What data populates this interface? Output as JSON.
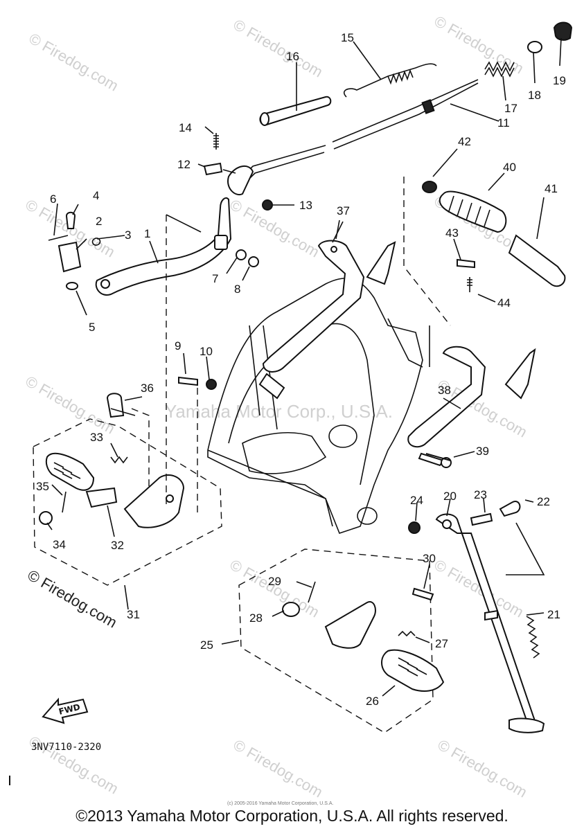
{
  "diagram": {
    "callouts": [
      "1",
      "2",
      "3",
      "4",
      "5",
      "6",
      "7",
      "8",
      "9",
      "10",
      "11",
      "12",
      "13",
      "14",
      "15",
      "16",
      "17",
      "18",
      "19",
      "20",
      "21",
      "22",
      "23",
      "24",
      "25",
      "26",
      "27",
      "28",
      "29",
      "30",
      "31",
      "32",
      "33",
      "34",
      "35",
      "36",
      "37",
      "38",
      "39",
      "40",
      "41",
      "42",
      "43",
      "44"
    ],
    "watermark": "© Firedog.com",
    "center_watermark": "Yamaha Motor Corp., U.S.A.",
    "part_code": "3NV7110-2320",
    "fwd_arrow": "FWD",
    "small_notice": "(c) 2005-2016 Yamaha Motor Corporation, U.S.A."
  },
  "footer": {
    "copyright": "©2013 Yamaha Motor Corporation, U.S.A. All rights reserved."
  }
}
